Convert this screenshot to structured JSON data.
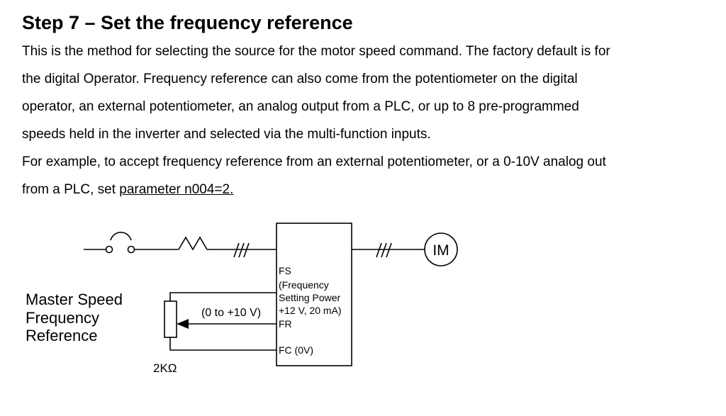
{
  "heading": "Step 7 – Set the frequency reference",
  "paragraph_lines": [
    "This is the method for selecting the source for the motor speed command. The factory default is for",
    "the digital Operator. Frequency reference can also come from the potentiometer on the digital",
    "operator,  an external potentiometer, an analog output from a PLC, or up to 8 pre-programmed",
    "speeds held in the inverter and selected via the multi-function inputs.",
    "For example, to accept frequency reference from an external potentiometer, or a 0-10V analog out"
  ],
  "last_line_prefix": "from a PLC, set ",
  "last_line_link": "parameter n004=2.",
  "diagram": {
    "motor_label": "IM",
    "inverter_terminals": {
      "fs": "FS",
      "fs_desc_1": "(Frequency",
      "fs_desc_2": "Setting Power",
      "fs_desc_3": "+12 V, 20 mA)",
      "fr": "FR",
      "fc": "FC (0V)"
    },
    "signal_range": "(0 to +10 V)",
    "caption_lines": [
      "Master Speed",
      "Frequency",
      "Reference"
    ],
    "resistance": "2KΩ"
  }
}
